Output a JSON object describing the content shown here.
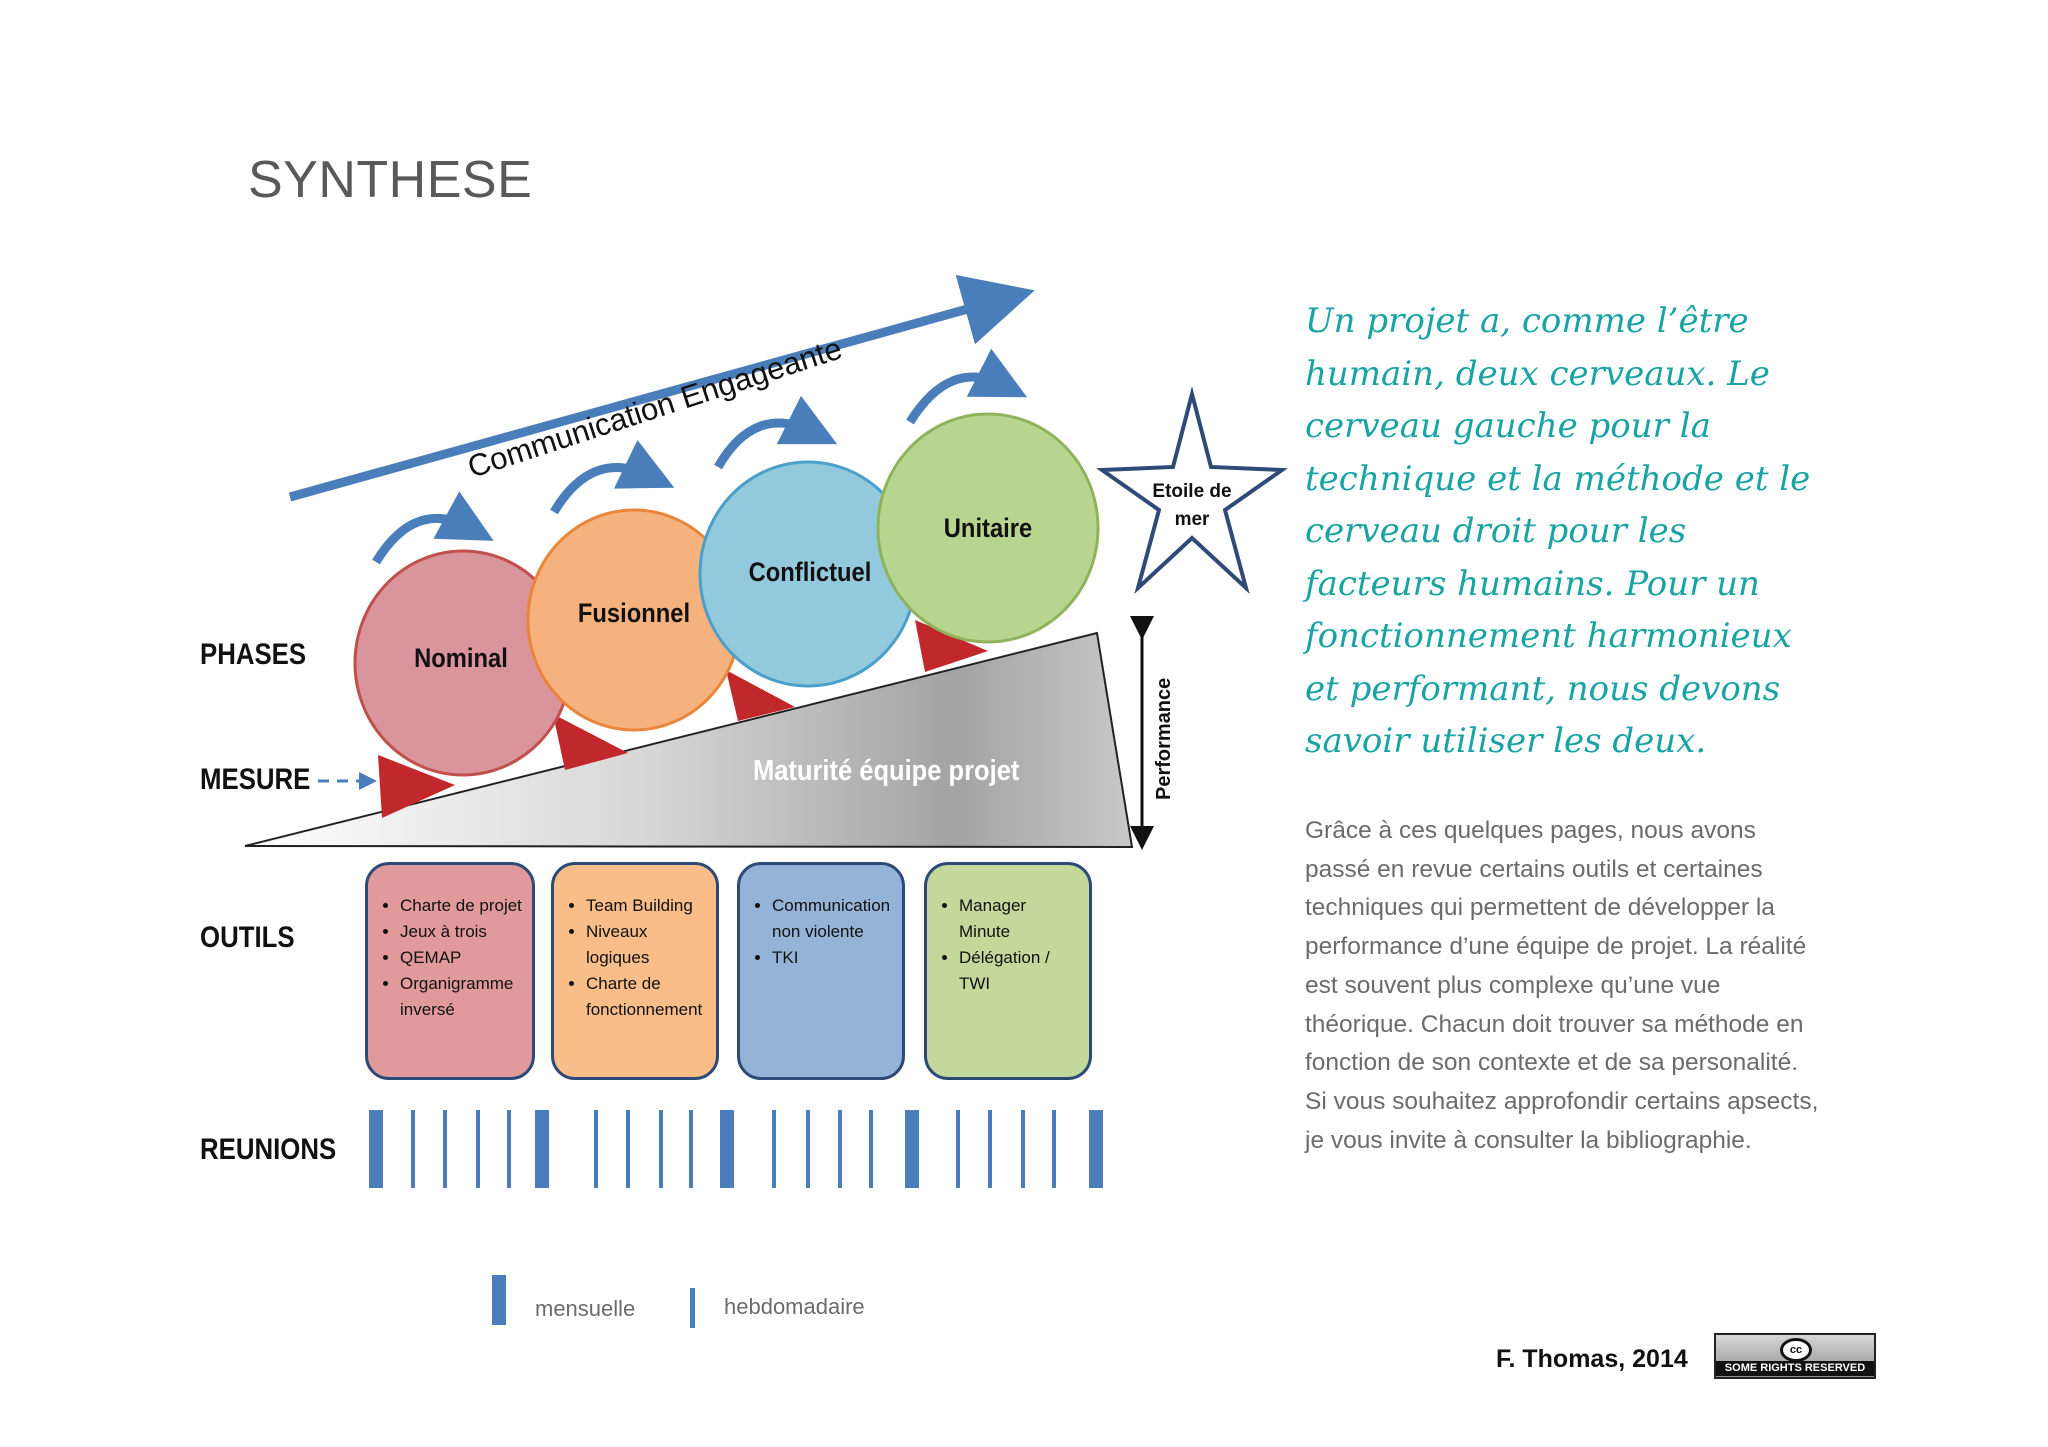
{
  "title": "SYNTHESE",
  "diagram": {
    "communication_label": "Communication Engageante",
    "phases": [
      {
        "label": "Nominal",
        "color": "#d9959b"
      },
      {
        "label": "Fusionnel",
        "color": "#f6b27e"
      },
      {
        "label": "Conflictuel",
        "color": "#92c9dc"
      },
      {
        "label": "Unitaire",
        "color": "#b8d58f"
      }
    ],
    "star_label_line1": "Etoile de",
    "star_label_line2": "mer",
    "wedge_label": "Maturité équipe projet",
    "performance_label": "Performance",
    "row_labels": {
      "phases": "PHASES",
      "mesure": "MESURE",
      "outils": "OUTILS",
      "reunions": "REUNIONS"
    },
    "tools": [
      {
        "color": "#e19a9b",
        "items": [
          "Charte de projet",
          "Jeux à trois",
          "QEMAP",
          "Organigramme inversé"
        ]
      },
      {
        "color": "#f8bd89",
        "items": [
          "Team Building",
          "Niveaux logiques",
          "Charte de fonctionnement"
        ]
      },
      {
        "color": "#95b3d7",
        "items": [
          "Communication non violente",
          "TKI"
        ]
      },
      {
        "color": "#c3d89b",
        "items": [
          "Manager Minute",
          "Délégation / TWI"
        ]
      }
    ],
    "meeting_color": "#4a7ebb",
    "legend": {
      "monthly": "mensuelle",
      "weekly": "hebdomadaire"
    }
  },
  "quote": "Un projet  a, comme l’être humain,  deux cerveaux. Le cerveau gauche pour la technique et la méthode et le cerveau droit pour les facteurs humains. Pour un fonctionnement harmonieux et performant, nous devons savoir utiliser les deux.",
  "body_text": "Grâce à ces quelques pages, nous avons passé en revue certains outils et certaines techniques  qui permettent de développer la performance d’une équipe de projet. La réalité est souvent plus complexe qu’une vue théorique. Chacun doit trouver sa méthode en fonction de son contexte et de sa personalité. Si vous souhaitez approfondir certains apsects, je vous invite à consulter la bibliographie.",
  "credit": "F. Thomas, 2014",
  "license_badge": {
    "symbol": "cc",
    "text": "SOME RIGHTS RESERVED"
  }
}
